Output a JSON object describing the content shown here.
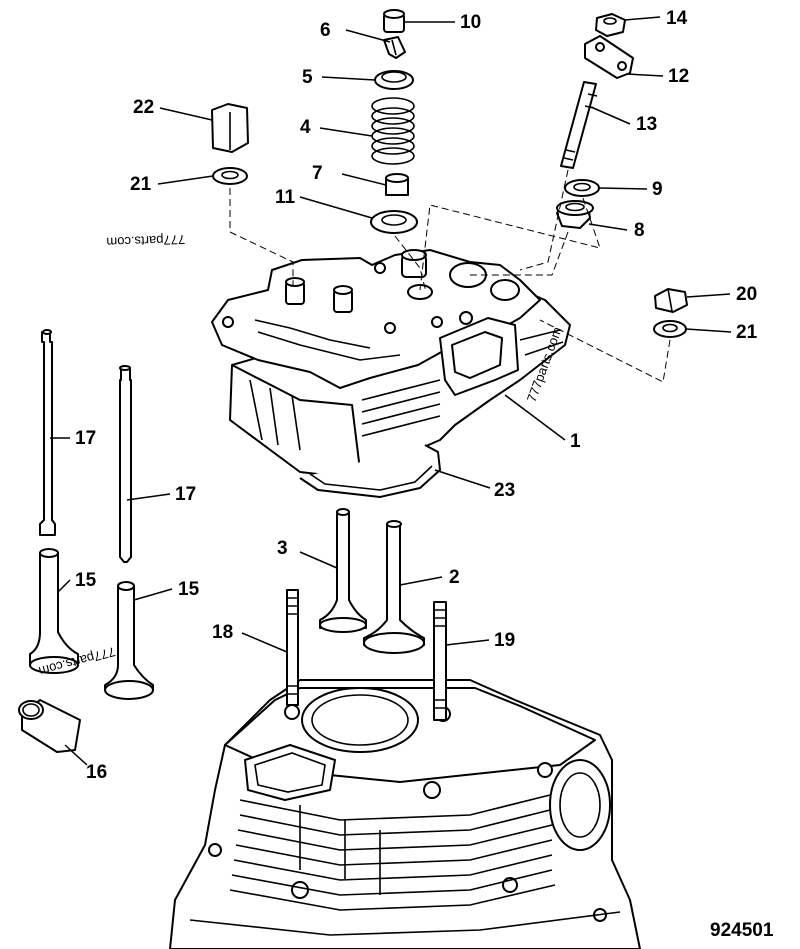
{
  "drawing_number": "924501",
  "watermark": "777parts.com",
  "callouts": {
    "c1": "1",
    "c2": "2",
    "c3": "3",
    "c4": "4",
    "c5": "5",
    "c6": "6",
    "c7": "7",
    "c8": "8",
    "c9": "9",
    "c10": "10",
    "c11": "11",
    "c12": "12",
    "c13": "13",
    "c14": "14",
    "c15a": "15",
    "c15b": "15",
    "c16": "16",
    "c17a": "17",
    "c17b": "17",
    "c18": "18",
    "c19": "19",
    "c20": "20",
    "c21a": "21",
    "c21b": "21",
    "c22": "22",
    "c23": "23"
  }
}
